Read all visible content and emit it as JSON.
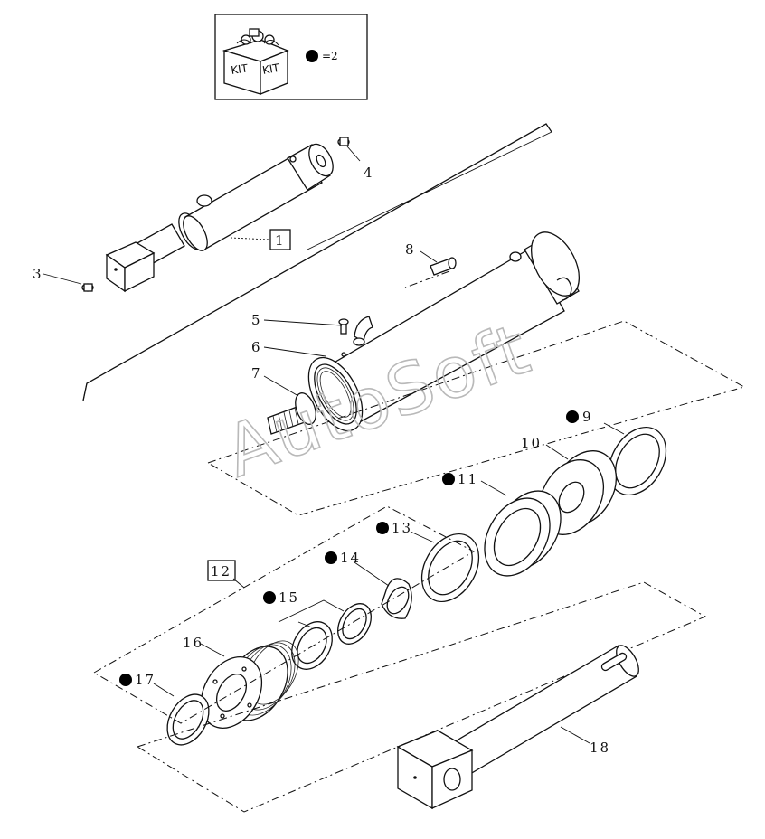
{
  "kit_box": {
    "kit_label_left": "KIT",
    "kit_label_right": "KIT",
    "legend_text": "=2"
  },
  "callouts": {
    "c1": "1",
    "c3": "3",
    "c4": "4",
    "c5": "5",
    "c6": "6",
    "c7": "7",
    "c8": "8",
    "c9": "9",
    "c10": "10",
    "c11": "11",
    "c12": "12",
    "c13": "13",
    "c14": "14",
    "c15": "15",
    "c16": "16",
    "c17": "17",
    "c18": "18"
  },
  "kit_parts": [
    "9",
    "11",
    "13",
    "14",
    "15",
    "17"
  ],
  "watermark": "AutoSoft"
}
